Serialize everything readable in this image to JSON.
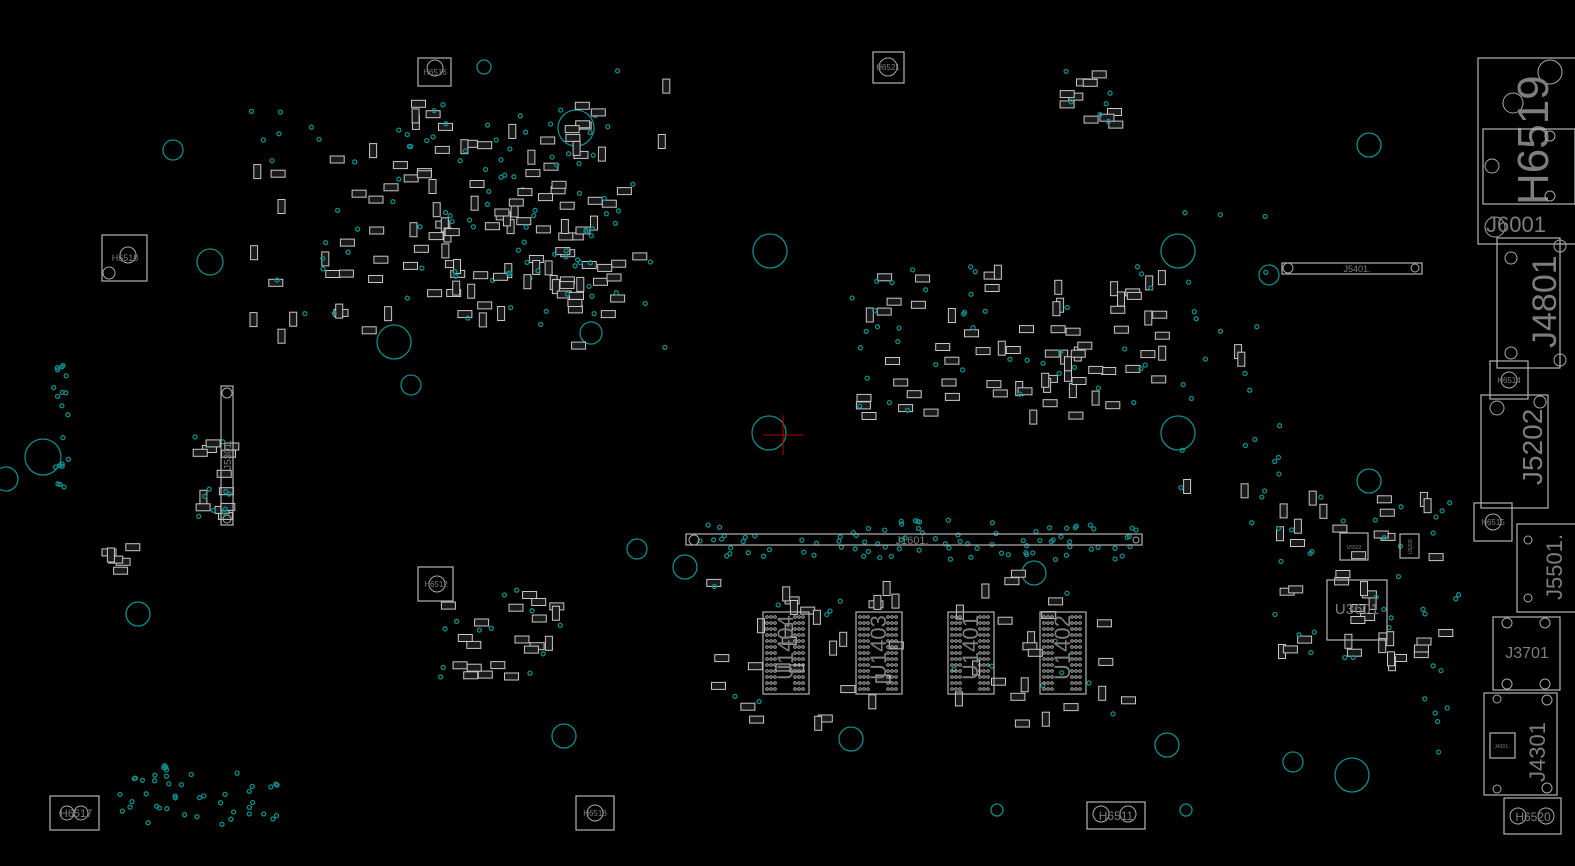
{
  "colors": {
    "background": "#000000",
    "outline": "#b4b4b4",
    "via": "#0f8c8c",
    "label": "#7d7d7d"
  },
  "designators": {
    "h6516": "H6516",
    "h6521": "H6521",
    "h6518_left": "H6518",
    "j3301": "J5301.",
    "h6512": "H6512",
    "j1601": "J1601.",
    "u1404": "U1404",
    "u1403": "U1403",
    "u1401": "U1401",
    "u1402": "U1402",
    "u3601": "U3601",
    "u5502": "U5502",
    "u5208": "U5208",
    "j5401": "J5401.",
    "h6519": "H6519",
    "j6001": "J6001",
    "j4801": "J4801",
    "h6514": "H6514",
    "j5202": "J5202",
    "h6515": "H6515",
    "j5501": "J5501.",
    "j3701": "J3701",
    "j4301": "J4301",
    "j4301_sub": "J4301.",
    "h6520": "H6520",
    "h6511": "H6511",
    "h6518_bottom": "H6518",
    "h6517": "H6517"
  }
}
